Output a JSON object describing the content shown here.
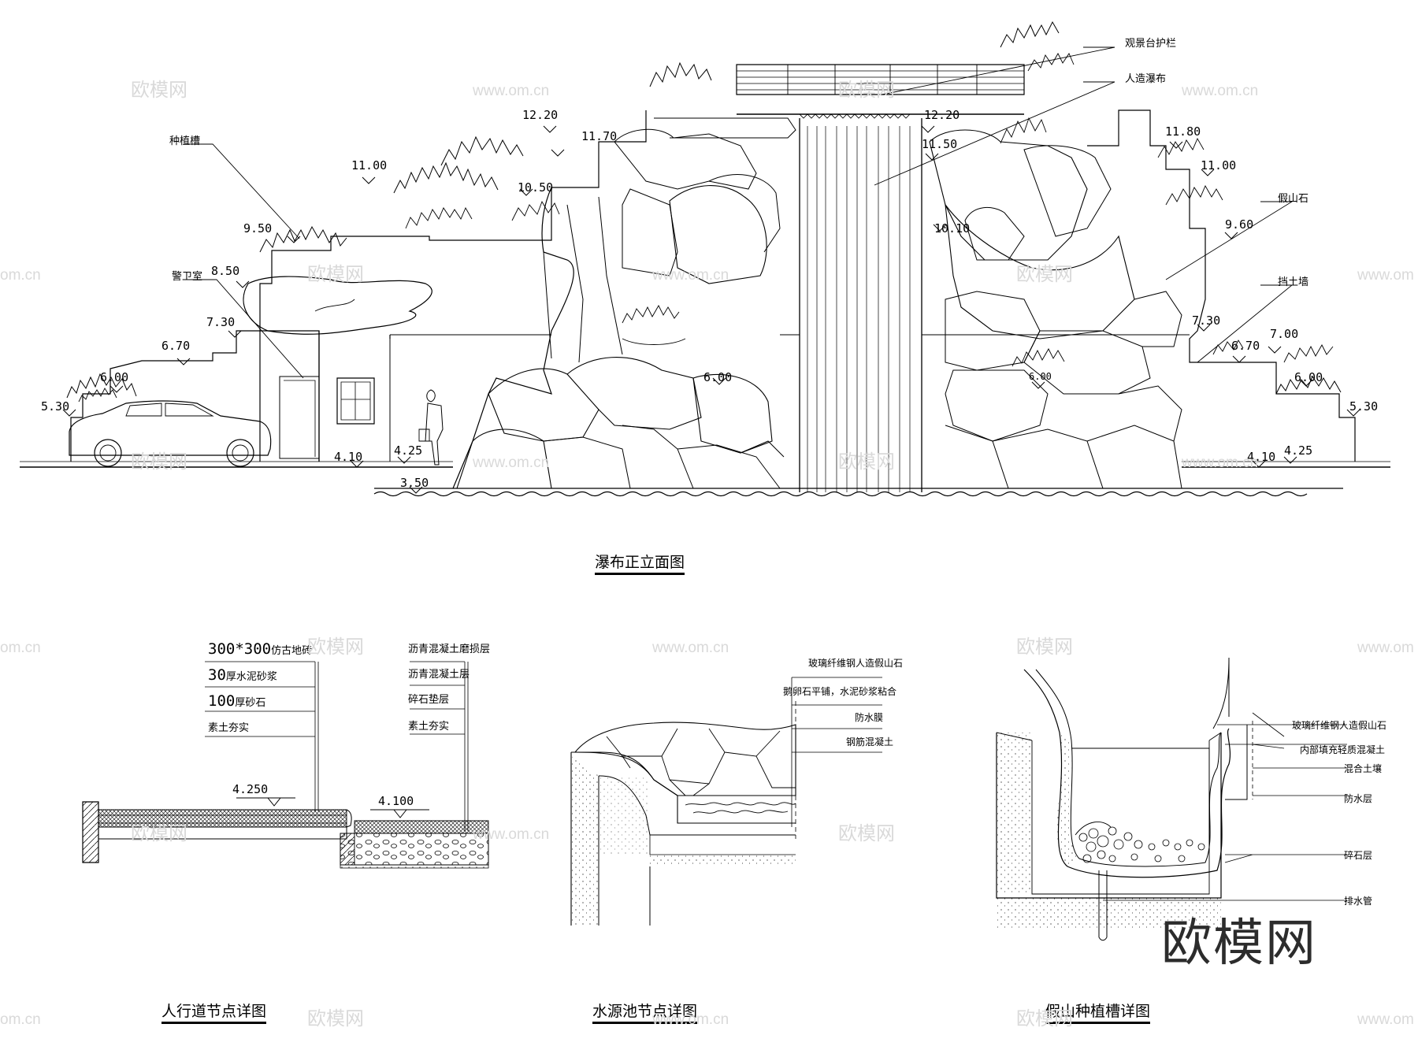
{
  "watermark": {
    "brand": "欧模网",
    "url": "www.om.cn",
    "url_edge_right": "om.cn",
    "url_edge_left": "www.om"
  },
  "elevation": {
    "title": "瀑布正立面图",
    "callouts": {
      "railing": "观景台护栏",
      "waterfall": "人造瀑布",
      "planter": "种植槽",
      "guardhouse": "警卫室",
      "rockery": "假山石",
      "retaining_wall": "挡土墙"
    },
    "levels": [
      "12.20",
      "11.70",
      "11.00",
      "10.50",
      "9.50",
      "8.50",
      "7.30",
      "6.70",
      "6.00",
      "5.30",
      "4.10",
      "4.25",
      "3.50",
      "6.00",
      "12.20",
      "11.50",
      "10.10",
      "11.80",
      "11.00",
      "9.60",
      "7.30",
      "7.00",
      "6.70",
      "6.00",
      "6.00",
      "5.30",
      "4.10",
      "4.25"
    ]
  },
  "sidewalk_detail": {
    "title": "人行道节点详图",
    "left_layers": [
      {
        "dim": "300*300",
        "text": "仿古地砖"
      },
      {
        "dim": "30",
        "text": "厚水泥砂浆"
      },
      {
        "dim": "100",
        "text": "厚砂石"
      },
      {
        "dim": "",
        "text": "素土夯实"
      }
    ],
    "right_layers": [
      "沥青混凝土磨损层",
      "沥青混凝土层",
      "碎石垫层",
      "素土夯实"
    ],
    "level_left": "4.250",
    "level_right": "4.100"
  },
  "pool_detail": {
    "title": "水源池节点详图",
    "layers": [
      "玻璃纤维钢人造假山石",
      "鹅卵石平铺，水泥砂浆粘合",
      "防水膜",
      "钢筋混凝土"
    ]
  },
  "planter_detail": {
    "title": "假山种植槽详图",
    "layers": [
      "玻璃纤维钢人造假山石",
      "内部填充轻质混凝土",
      "混合土壤",
      "防水层",
      "碎石层",
      "排水管"
    ]
  }
}
